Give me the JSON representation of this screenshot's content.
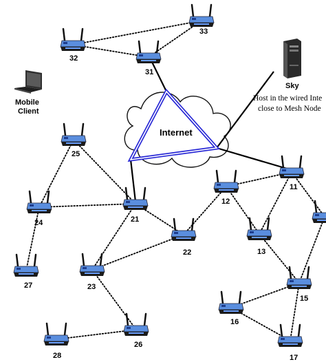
{
  "colors": {
    "router_body": "#5a8ede",
    "router_dark": "#1b1b1b",
    "triangle": "#2a2ad6",
    "wire": "#000000"
  },
  "cloud": {
    "label": "Internet"
  },
  "server": {
    "label": "Sky",
    "caption_line1": "Host in the wired Inte",
    "caption_line2": "close to Mesh Node"
  },
  "client": {
    "label_line1": "Mobile",
    "label_line2": "Client"
  },
  "nodes": [
    {
      "id": "11",
      "label": "11"
    },
    {
      "id": "12",
      "label": "12"
    },
    {
      "id": "13",
      "label": "13"
    },
    {
      "id": "15",
      "label": "15"
    },
    {
      "id": "16",
      "label": "16"
    },
    {
      "id": "17",
      "label": "17"
    },
    {
      "id": "21",
      "label": "21"
    },
    {
      "id": "22",
      "label": "22"
    },
    {
      "id": "23",
      "label": "23"
    },
    {
      "id": "24",
      "label": "24"
    },
    {
      "id": "25",
      "label": "25"
    },
    {
      "id": "26",
      "label": "26"
    },
    {
      "id": "27",
      "label": "27"
    },
    {
      "id": "28",
      "label": "28"
    },
    {
      "id": "31",
      "label": "31"
    },
    {
      "id": "32",
      "label": "32"
    },
    {
      "id": "33",
      "label": "33"
    },
    {
      "id": "edge",
      "label": ""
    }
  ],
  "wired_links": [
    [
      "31",
      "triangle_top"
    ],
    [
      "21",
      "triangle_left"
    ],
    [
      "11",
      "triangle_right"
    ],
    [
      "sky",
      "triangle_right"
    ]
  ],
  "wireless_links": [
    [
      "32",
      "33"
    ],
    [
      "32",
      "31"
    ],
    [
      "33",
      "31"
    ],
    [
      "25",
      "24"
    ],
    [
      "25",
      "21"
    ],
    [
      "24",
      "21"
    ],
    [
      "24",
      "27"
    ],
    [
      "21",
      "22"
    ],
    [
      "21",
      "23"
    ],
    [
      "22",
      "23"
    ],
    [
      "22",
      "12"
    ],
    [
      "23",
      "26"
    ],
    [
      "28",
      "26"
    ],
    [
      "12",
      "11"
    ],
    [
      "12",
      "13"
    ],
    [
      "11",
      "13"
    ],
    [
      "11",
      "edge"
    ],
    [
      "13",
      "15"
    ],
    [
      "15",
      "16"
    ],
    [
      "15",
      "17"
    ],
    [
      "16",
      "17"
    ],
    [
      "15",
      "edge"
    ]
  ]
}
